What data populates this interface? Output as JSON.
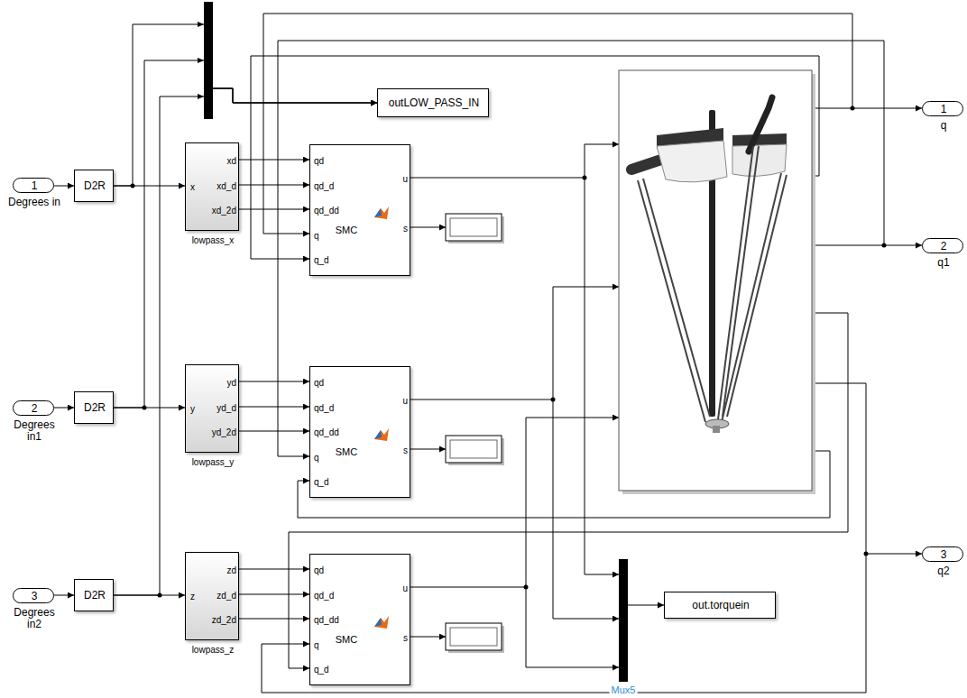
{
  "diagram": {
    "nodes": [
      {
        "text": [
          "outLOW_PASS_IN"
        ]
      },
      {
        "text": [
          "1",
          "q"
        ]
      },
      {
        "text": [
          "1",
          "Degrees in"
        ]
      },
      {
        "text": [
          "D2R"
        ]
      },
      {
        "text": [
          "x",
          "xd",
          "xd_d",
          "xd_2d",
          "lowpass_x"
        ]
      },
      {
        "text": [
          "qd",
          "qd_d",
          "qd_dd",
          "q",
          "q_d",
          "u",
          "s",
          "SMC"
        ]
      },
      {
        "text": [
          "2",
          "q1"
        ]
      },
      {
        "text": [
          "2",
          "Degrees in1"
        ]
      },
      {
        "text": [
          "D2R"
        ]
      },
      {
        "text": [
          "y",
          "yd",
          "yd_d",
          "yd_2d",
          "lowpass_y"
        ]
      },
      {
        "text": [
          "qd",
          "qd_d",
          "qd_dd",
          "q",
          "q_d",
          "u",
          "s",
          "SMC"
        ]
      },
      {
        "text": [
          "3",
          "q2"
        ]
      },
      {
        "text": [
          "3",
          "Degrees in2"
        ]
      },
      {
        "text": [
          "D2R"
        ]
      },
      {
        "text": [
          "z",
          "zd",
          "zd_d",
          "zd_2d",
          "lowpass_z"
        ]
      },
      {
        "text": [
          "qd",
          "qd_d",
          "qd_dd",
          "q",
          "q_d",
          "u",
          "s",
          "SMC"
        ]
      },
      {
        "text": [
          "Mux5"
        ]
      },
      {
        "text": [
          "out.torquein"
        ]
      }
    ],
    "edges": [
      {
        "from": 2,
        "to": 3,
        "arrow": "to"
      },
      {
        "from": 3,
        "to": 4,
        "arrow": "to"
      },
      {
        "from": 3,
        "to": 0,
        "arrow": "to"
      },
      {
        "from": 4,
        "to": 5,
        "arrow": "to"
      },
      {
        "from": 4,
        "to": 5,
        "arrow": "to"
      },
      {
        "from": 4,
        "to": 5,
        "arrow": "to"
      },
      {
        "from": 5,
        "to": 16,
        "arrow": "to"
      },
      {
        "from": 7,
        "to": 8,
        "arrow": "to"
      },
      {
        "from": 8,
        "to": 9,
        "arrow": "to"
      },
      {
        "from": 8,
        "to": 0,
        "arrow": "to"
      },
      {
        "from": 9,
        "to": 10,
        "arrow": "to"
      },
      {
        "from": 9,
        "to": 10,
        "arrow": "to"
      },
      {
        "from": 9,
        "to": 10,
        "arrow": "to"
      },
      {
        "from": 10,
        "to": 16,
        "arrow": "to"
      },
      {
        "from": 12,
        "to": 13,
        "arrow": "to"
      },
      {
        "from": 13,
        "to": 14,
        "arrow": "to"
      },
      {
        "from": 13,
        "to": 0,
        "arrow": "to"
      },
      {
        "from": 14,
        "to": 15,
        "arrow": "to"
      },
      {
        "from": 14,
        "to": 15,
        "arrow": "to"
      },
      {
        "from": 14,
        "to": 15,
        "arrow": "to"
      },
      {
        "from": 15,
        "to": 16,
        "arrow": "to"
      },
      {
        "from": 16,
        "to": 17,
        "arrow": "to"
      }
    ]
  }
}
